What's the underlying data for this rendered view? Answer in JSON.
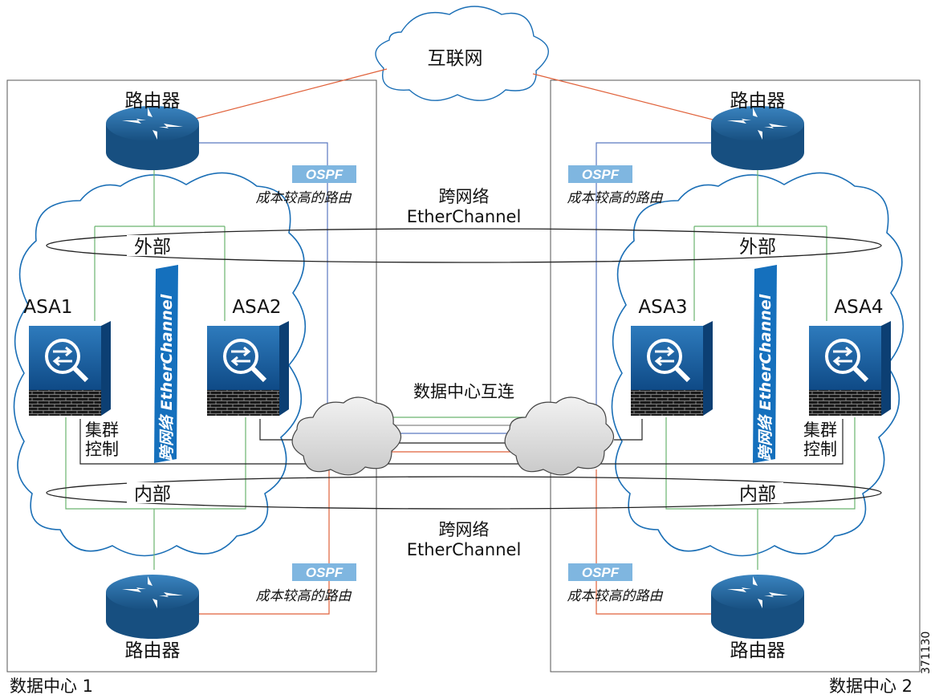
{
  "labels": {
    "internet": "互联网",
    "router": "路由器",
    "ospf": "OSPF",
    "ospf_cost": "成本较高的路由",
    "spanned_cn": "跨网络",
    "spanned_en": "EtherChannel",
    "outside": "外部",
    "inside": "内部",
    "vertical_ec": "跨网络 EtherChannel",
    "asa1": "ASA1",
    "asa2": "ASA2",
    "asa3": "ASA3",
    "asa4": "ASA4",
    "cluster_l1": "集群",
    "cluster_l2": "控制",
    "dci": "数据中心互连",
    "dc1": "数据中心 1",
    "dc2": "数据中心 2",
    "figure_id": "371130"
  },
  "colors": {
    "router_blue": "#1e5e93",
    "asa_blue": "#0e4d8b",
    "ospf_badge": "#7fb6e0",
    "cloud_outline": "#1b6fb6",
    "link_red": "#e0613a",
    "link_blue": "#5b79c0",
    "link_green": "#6ab36f",
    "link_black": "#222222",
    "cloud_grey": "#dcdcdc"
  }
}
